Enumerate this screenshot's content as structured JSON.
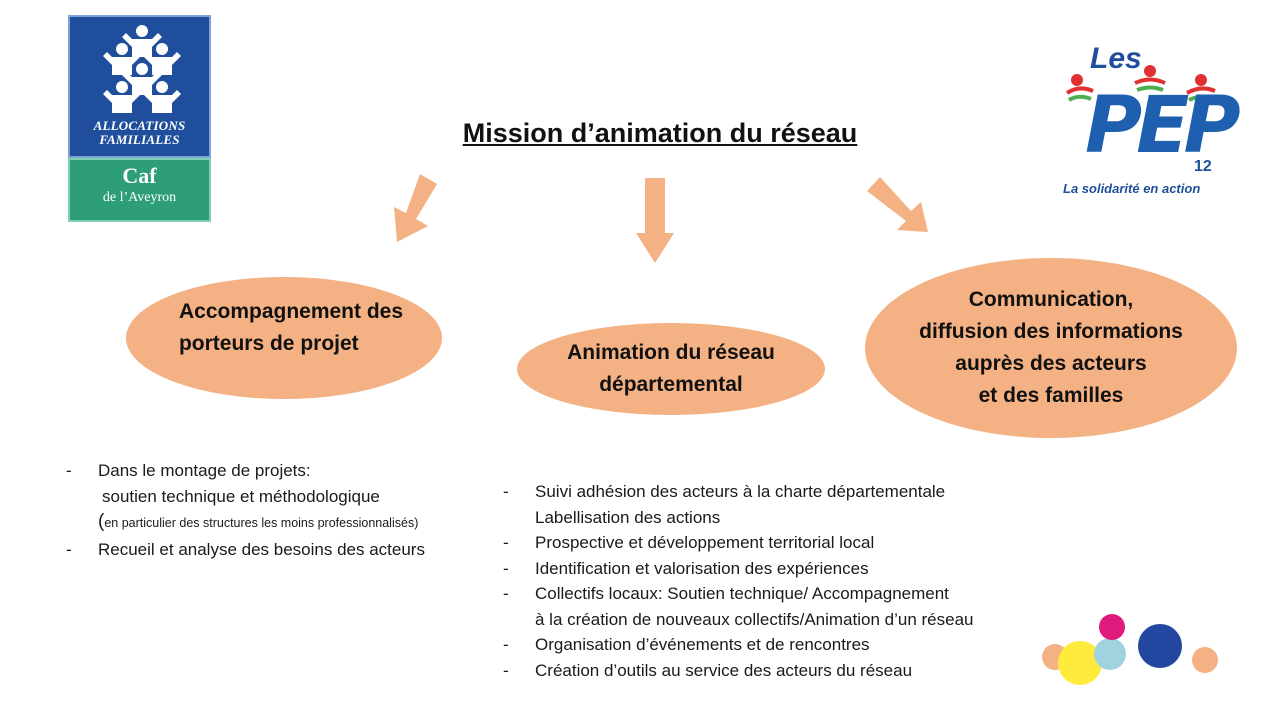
{
  "title": "Mission d’animation du réseau",
  "logos": {
    "caf": {
      "line1": "ALLOCATIONS",
      "line2": "FAMILIALES",
      "name": "Caf",
      "place": "de l’Aveyron"
    },
    "pep": {
      "les": "Les",
      "main": "PEP",
      "number": "12",
      "tagline": "La solidarité en action"
    }
  },
  "nodes": [
    {
      "label": "Accompagnement des\nporteurs de projet"
    },
    {
      "label": "Animation du réseau\ndépartemental"
    },
    {
      "label": "Communication,\ndiffusion des informations\nauprès des acteurs\net des familles"
    }
  ],
  "left_list": {
    "dash": "-",
    "item1_line1": "Dans le montage de projets:",
    "item1_line2": "soutien technique et méthodologique",
    "item1_paren_open": "(",
    "item1_line3": "en particulier des structures les moins professionnalisés)",
    "item2": "Recueil et analyse des besoins des acteurs"
  },
  "right_list": {
    "dash": "-",
    "items": [
      {
        "line1": "Suivi adhésion des acteurs à la charte départementale",
        "line2": "Labellisation des actions"
      },
      {
        "line1": "Prospective et développement territorial local"
      },
      {
        "line1": "Identification et valorisation des expériences"
      },
      {
        "line1": "Collectifs locaux: Soutien technique/ Accompagnement",
        "line2": "à la création de nouveaux collectifs/Animation d’un réseau"
      },
      {
        "line1": "Organisation d’événements et de rencontres"
      },
      {
        "line1": "Création d’outils au service des acteurs du réseau"
      }
    ]
  },
  "colors": {
    "ellipse": "#f4b183",
    "arrow": "#f4b183",
    "caf_blue": "#1f4f9c",
    "caf_green": "#2e9e7a",
    "pep_blue": "#1f5fb0",
    "pep_red": "#e03030",
    "pep_green": "#4caf50"
  },
  "decor": {
    "circles": [
      "#f4b183",
      "#ffeb3b",
      "#9fd3e0",
      "#e0197d",
      "#2347a0",
      "#f4b183"
    ]
  }
}
